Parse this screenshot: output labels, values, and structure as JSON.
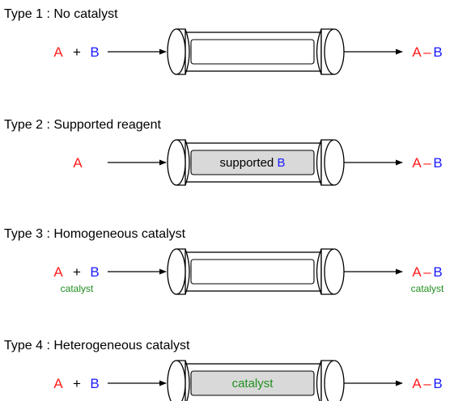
{
  "colors": {
    "reagent_a": "#ff1a1a",
    "reagent_b": "#1a1aff",
    "catalyst": "#1f8f1f",
    "text": "#000000",
    "packing_fill": "#d9d9d9",
    "line": "#000000"
  },
  "symbols": {
    "plus": "+",
    "bond": "–"
  },
  "panels": [
    {
      "title": "Type 1 : No catalyst",
      "inputs": [
        "A",
        "B"
      ],
      "input_note": "",
      "reactor_packed": false,
      "reactor_text_prefix": "",
      "reactor_text_highlight": "",
      "product": [
        "A",
        "B"
      ],
      "output_note": ""
    },
    {
      "title": "Type 2 : Supported reagent",
      "inputs": [
        "A"
      ],
      "input_note": "",
      "reactor_packed": true,
      "reactor_text_prefix": "supported ",
      "reactor_text_highlight": "B",
      "product": [
        "A",
        "B"
      ],
      "output_note": ""
    },
    {
      "title": "Type 3 : Homogeneous catalyst",
      "inputs": [
        "A",
        "B"
      ],
      "input_note": "catalyst",
      "reactor_packed": false,
      "reactor_text_prefix": "",
      "reactor_text_highlight": "",
      "product": [
        "A",
        "B"
      ],
      "output_note": "catalyst"
    },
    {
      "title": "Type 4 : Heterogeneous catalyst",
      "inputs": [
        "A",
        "B"
      ],
      "input_note": "",
      "reactor_packed": true,
      "reactor_text_prefix": "",
      "reactor_text_highlight": "catalyst",
      "product": [
        "A",
        "B"
      ],
      "output_note": ""
    }
  ]
}
